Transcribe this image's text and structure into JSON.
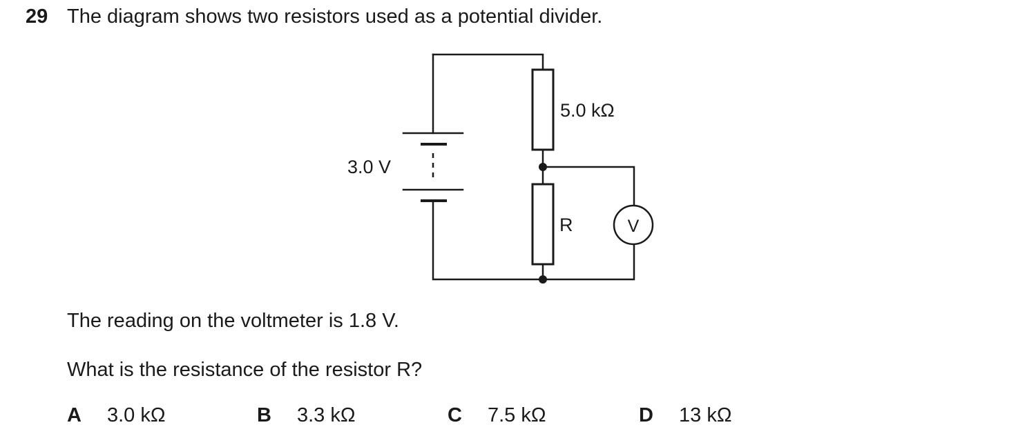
{
  "question": {
    "number": "29",
    "stem": "The diagram shows two resistors used as a potential divider.",
    "reading": "The reading on the voltmeter is 1.8 V.",
    "ask": "What is the resistance of the resistor R?"
  },
  "diagram": {
    "battery_label": "3.0 V",
    "top_resistor_label": "5.0 kΩ",
    "bottom_resistor_label": "R",
    "voltmeter_label": "V"
  },
  "options": [
    {
      "letter": "A",
      "value": "3.0 kΩ"
    },
    {
      "letter": "B",
      "value": "3.3 kΩ"
    },
    {
      "letter": "C",
      "value": "7.5 kΩ"
    },
    {
      "letter": "D",
      "value": "13 kΩ"
    }
  ]
}
